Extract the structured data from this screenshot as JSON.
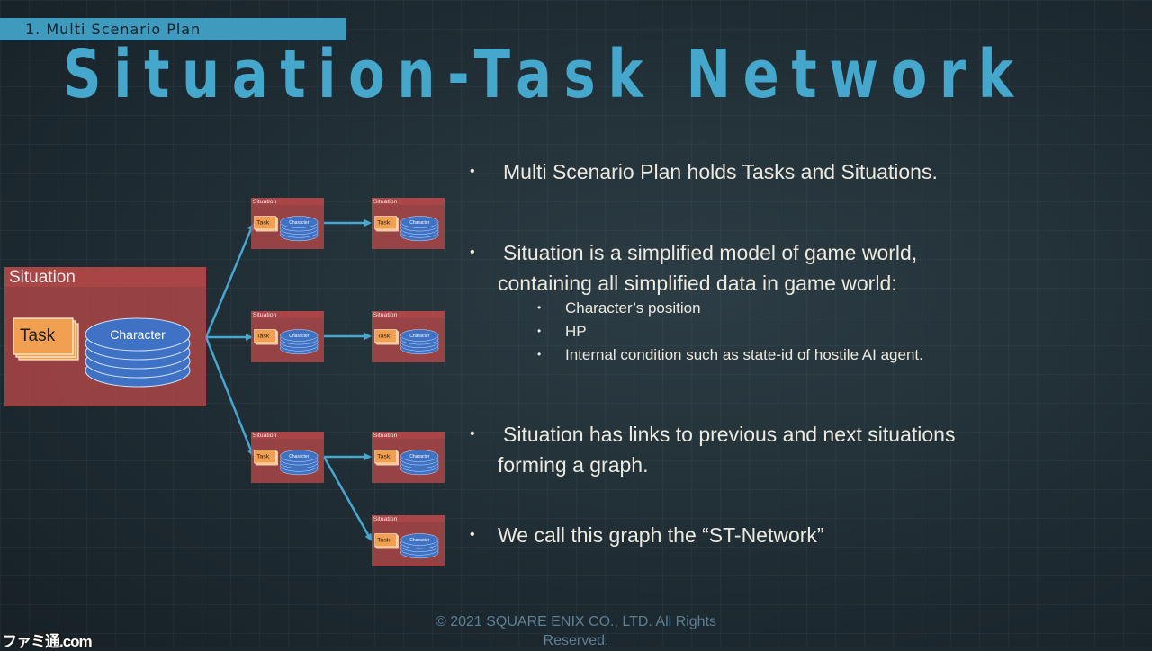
{
  "header": {
    "section_label": "1. Multi Scenario Plan",
    "title": "Situation-Task Network"
  },
  "diagram": {
    "root": {
      "label": "Situation",
      "task": "Task",
      "character": "Character"
    },
    "nodes": [
      {
        "label": "Situation",
        "task": "Task",
        "character": "Character"
      },
      {
        "label": "Situation",
        "task": "Task",
        "character": "Character"
      },
      {
        "label": "Situation",
        "task": "Task",
        "character": "Character"
      },
      {
        "label": "Situation",
        "task": "Task",
        "character": "Character"
      },
      {
        "label": "Situation",
        "task": "Task",
        "character": "Character"
      },
      {
        "label": "Situation",
        "task": "Task",
        "character": "Character"
      },
      {
        "label": "Situation",
        "task": "Task",
        "character": "Character"
      }
    ]
  },
  "bullets": [
    {
      "lines": [
        "Multi Scenario Plan holds Tasks and Situations."
      ]
    },
    {
      "lines": [
        "Situation is a simplified model of game world,",
        "containing all simplified data in game world:"
      ],
      "subitems": [
        "Character’s position",
        "HP",
        "Internal condition such as state-id of hostile AI agent."
      ]
    },
    {
      "lines": [
        "Situation has links to previous and next situations",
        "forming a graph."
      ]
    },
    {
      "lines": [
        "We call this graph the “ST-Network”"
      ]
    }
  ],
  "footer": {
    "copyright_line1": "© 2021 SQUARE ENIX CO., LTD. All Rights",
    "copyright_line2": "Reserved.",
    "watermark": "ファミ通.com"
  },
  "colors": {
    "title": "#45a7cc",
    "situation_box": "#b84848",
    "task_box": "#f0a050",
    "character_disk": "#3f72c4",
    "arrow": "#46a8d0"
  }
}
